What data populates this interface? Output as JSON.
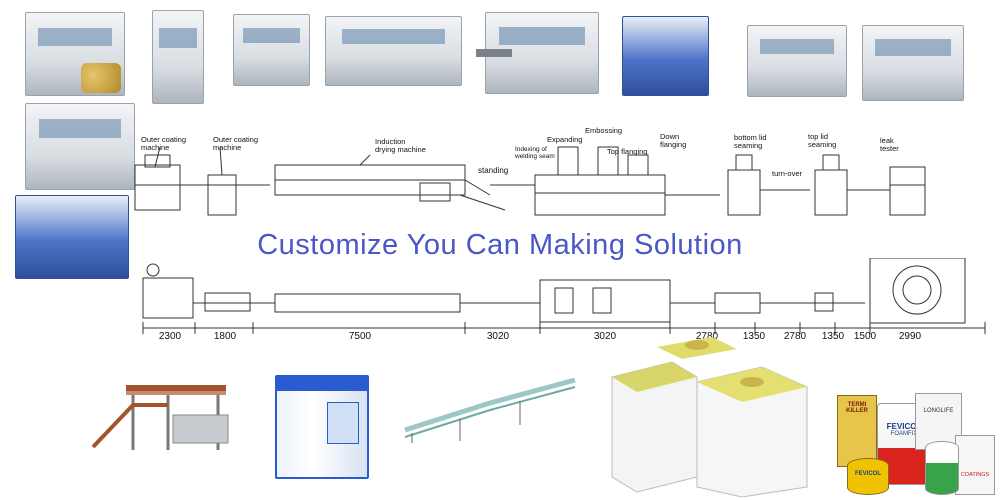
{
  "headline": "Customize You Can Making Solution",
  "process_labels": {
    "outer_coating_1": "Outer coating\nmachine",
    "outer_coating_2": "Outer coating\nmachine",
    "induction": "Induction\ndrying machine",
    "standing": "standing",
    "indexing": "Indexing of\nwelding seam",
    "expanding": "Expanding",
    "embossing": "Embossing",
    "top_flanging": "Top flanging",
    "down_flanging": "Down\nflanging",
    "bottom_lid": "bottom lid\nseaming",
    "turn_over": "turn-over",
    "top_lid": "top lid\nseaming",
    "leak": "leak\ntester"
  },
  "dimensions": [
    "2300",
    "1800",
    "7500",
    "3020",
    "3020",
    "2780",
    "1350",
    "2780",
    "1350",
    "1500",
    "2990"
  ],
  "can_brands": {
    "termi": "TERMI KILLER",
    "fevicol1": "FEVICOL",
    "foamfix": "FOAMFIX",
    "fevicol2": "FEVICOL",
    "longlife": "LONGLIFE",
    "coatings": "COATINGS"
  },
  "colors": {
    "headline": "#4a57c8",
    "machine_blue": "#2f4f9c",
    "cooler_blue": "#2a5bd0",
    "platform_rust": "#a4532f"
  }
}
